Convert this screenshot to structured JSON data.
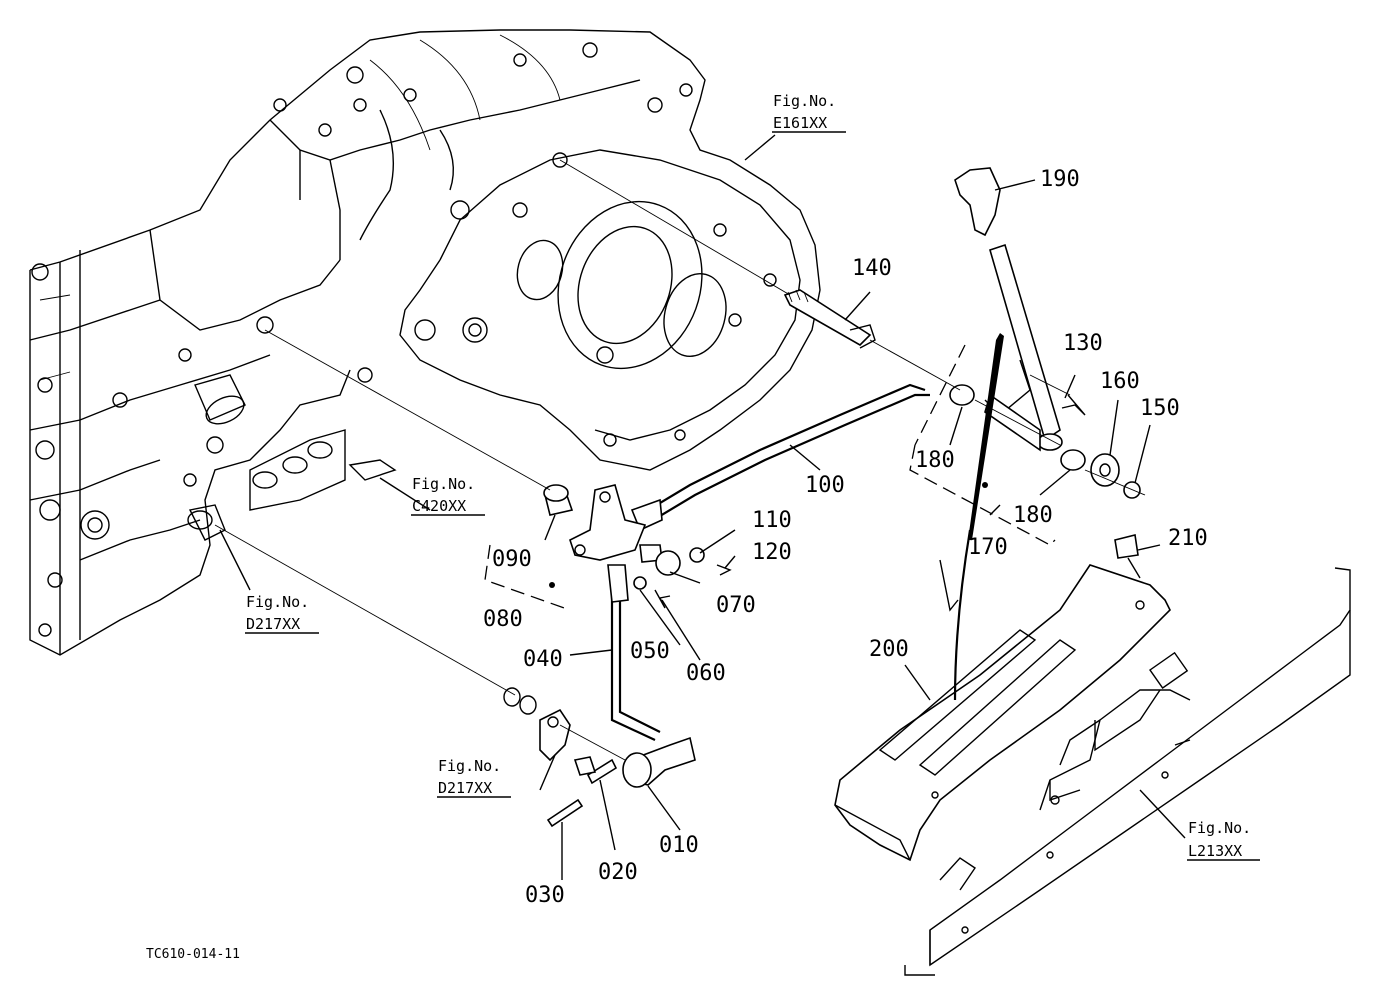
{
  "parts": {
    "p010": "010",
    "p020": "020",
    "p030": "030",
    "p040": "040",
    "p050": "050",
    "p060": "060",
    "p070": "070",
    "p080": "080",
    "p090": "090",
    "p100": "100",
    "p110": "110",
    "p120": "120",
    "p130": "130",
    "p140": "140",
    "p150": "150",
    "p160": "160",
    "p170": "170",
    "p180a": "180",
    "p180b": "180",
    "p190": "190",
    "p200": "200",
    "p210": "210"
  },
  "figrefs": {
    "e161": {
      "label": "Fig.No.",
      "code": "E161XX"
    },
    "c420": {
      "label": "Fig.No.",
      "code": "C420XX"
    },
    "d217a": {
      "label": "Fig.No.",
      "code": "D217XX"
    },
    "d217b": {
      "label": "Fig.No.",
      "code": "D217XX"
    },
    "l213": {
      "label": "Fig.No.",
      "code": "L213XX"
    }
  },
  "drawing_code": "TC610-014-11"
}
